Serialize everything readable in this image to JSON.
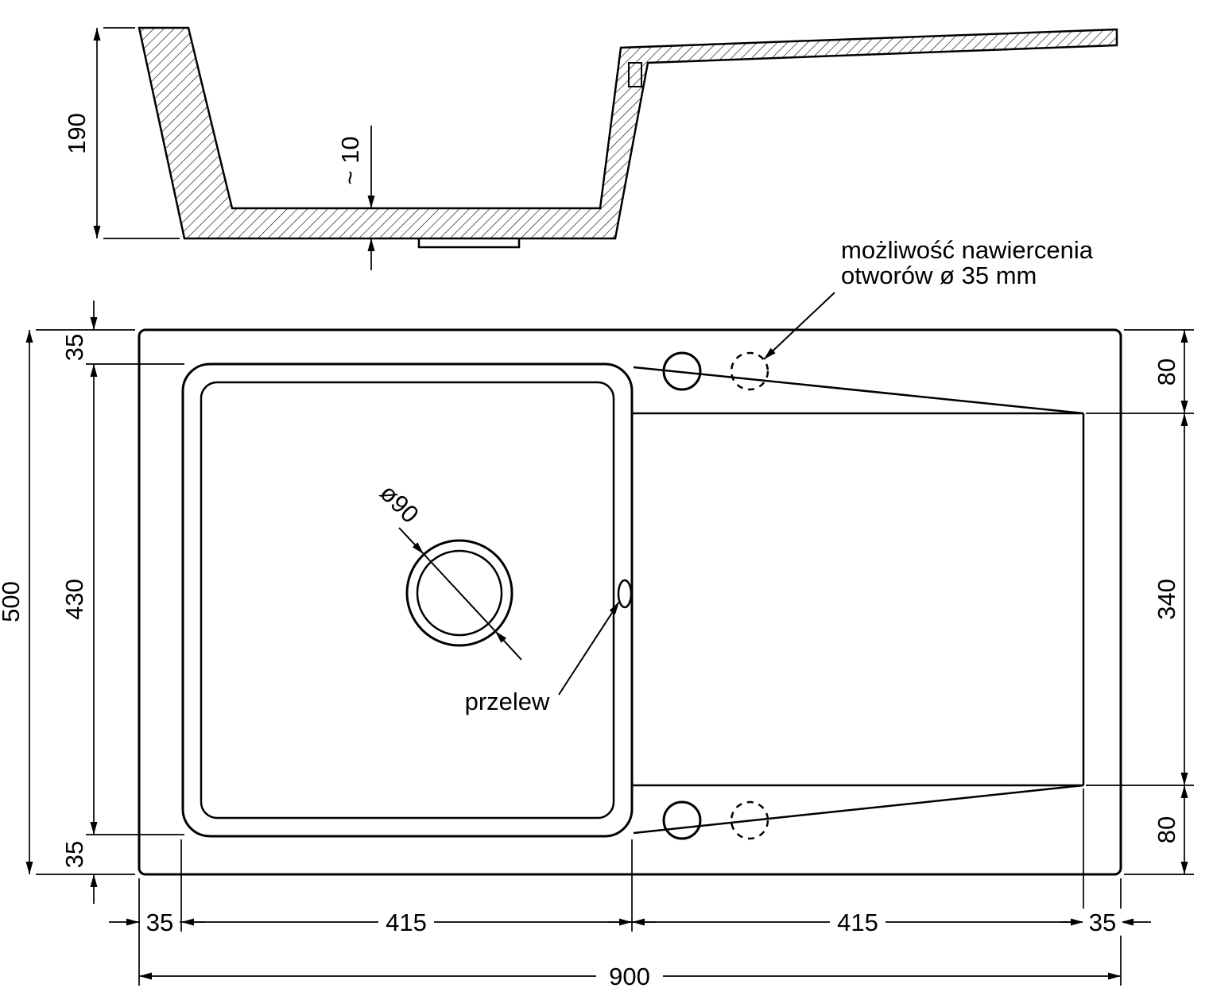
{
  "drawing": {
    "title": "sink technical drawing",
    "colors": {
      "ink": "#000000",
      "bg": "#ffffff"
    },
    "note": {
      "line1": "możliwość nawiercenia",
      "line2": "otworów ø 35 mm"
    },
    "labels": {
      "overflow": "przelew",
      "drain_diameter": "ø90"
    },
    "dims": {
      "depth": "190",
      "bottom_thickness": "~ 10",
      "height": "500",
      "top_inset": "35",
      "basin_height": "430",
      "bottom_inset": "35",
      "right_top": "80",
      "right_middle": "340",
      "right_bottom": "80",
      "left_margin": "35",
      "basin_width": "415",
      "drainer_width": "415",
      "right_margin": "35",
      "total_width": "900"
    }
  }
}
